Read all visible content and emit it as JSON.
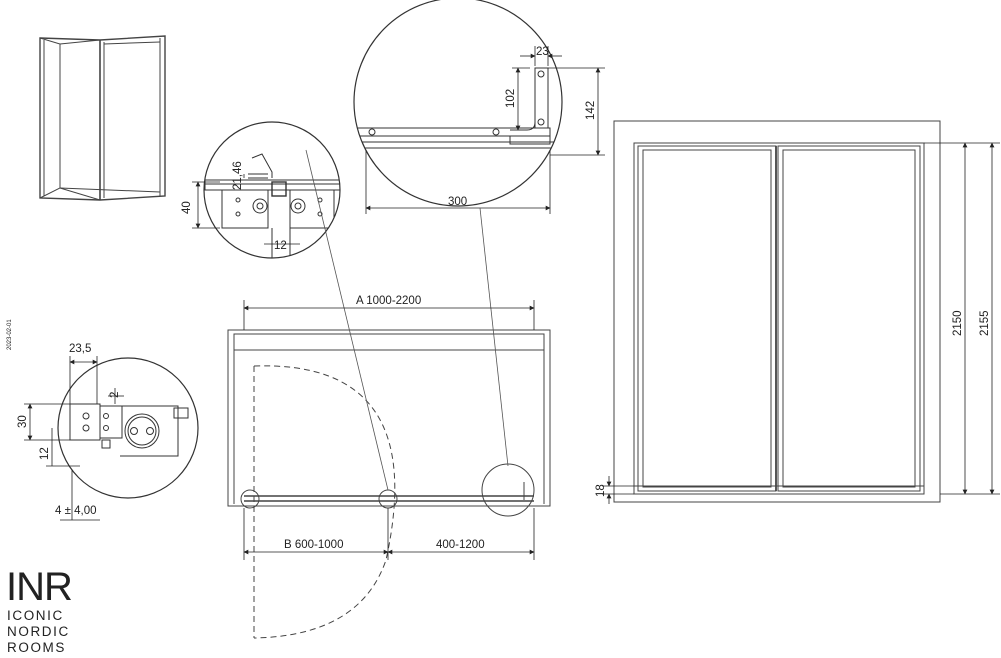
{
  "date_stamp": "2023-02-01",
  "dimensions": {
    "width_a": "A 1000-2200",
    "width_b": "B 600-1000",
    "width_c": "400-1200",
    "height_total": "2155",
    "height_panel": "2150",
    "bottom_gap": "18"
  },
  "detail_top": {
    "height": "40",
    "offset": "21,46",
    "gap": "12"
  },
  "detail_corner": {
    "depth": "23",
    "inner": "102",
    "outer": "142",
    "length": "300"
  },
  "detail_wall": {
    "width": "23,5",
    "offset": "2",
    "height": "30",
    "lower": "12",
    "tolerance": "4 ± 4,00"
  },
  "logo": {
    "mark": "INR",
    "line1": "ICONIC",
    "line2": "NORDIC",
    "line3": "ROOMS"
  }
}
